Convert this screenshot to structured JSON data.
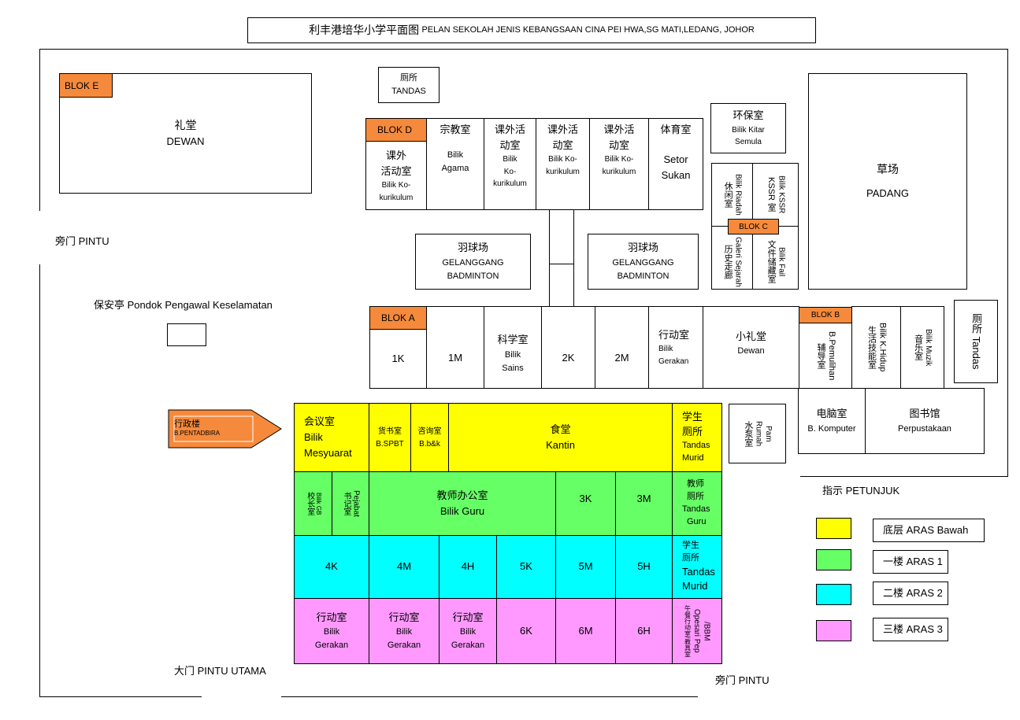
{
  "title": {
    "cn": "利丰港培华小学平面图",
    "ms": "PELAN SEKOLAH JENIS KEBANGSAAN CINA PEI HWA,SG MATI,LEDANG, JOHOR"
  },
  "gates": {
    "side_left": "旁门 PINTU",
    "guard": "保安亭 Pondok  Pengawal Keselamatan",
    "main": "大门 PINTU UTAMA",
    "side_bottom": "旁门 PINTU"
  },
  "blocks": {
    "a": "BLOK A",
    "b": "BLOK B",
    "c": "BLOK C",
    "d": "BLOK D",
    "e": "BLOK E"
  },
  "hall": {
    "cn": "礼堂",
    "ms": "DEWAN"
  },
  "toilet_top": {
    "cn": "厕所",
    "ms": "TANDAS"
  },
  "recycle": {
    "cn": "环保室",
    "ms1": "Bilik Kitar",
    "ms2": "Semula"
  },
  "field": {
    "cn": "草场",
    "ms": "PADANG"
  },
  "block_d": [
    {
      "cn1": "课外",
      "cn2": "活动室",
      "ms1": "Bilik Ko-",
      "ms2": "kurikulum"
    },
    {
      "cn": "宗教室",
      "ms1": "Bilik",
      "ms2": "Agama"
    },
    {
      "cn1": "课外活",
      "cn2": "动室",
      "ms1": "Bilik",
      "ms2": "Ko-",
      "ms3": "kurikulum"
    },
    {
      "cn1": "课外活",
      "cn2": "动室",
      "ms1": "Bilik Ko-",
      "ms2": "kurikulum"
    },
    {
      "cn1": "课外活",
      "cn2": "动室",
      "ms1": "Bilik Ko-",
      "ms2": "kurikulum"
    },
    {
      "cn": "体育室",
      "ms1": "Setor",
      "ms2": "Sukan"
    }
  ],
  "badminton": {
    "cn": "羽球场",
    "ms1": "GELANGGANG",
    "ms2": "BADMINTON"
  },
  "block_c": [
    {
      "cn": "休闲室",
      "ms": "Bilik Riadah"
    },
    {
      "cn": "KSSR 室",
      "ms": "Bilik KSSR"
    },
    {
      "cn": "历史走廊",
      "ms": "Galeri Sejarah"
    },
    {
      "cn": "文件储藏室",
      "ms": "Bilik Fail"
    }
  ],
  "block_a": {
    "r1k": "1K",
    "r1m": "1M",
    "science": {
      "cn": "科学室",
      "ms1": "Bilik",
      "ms2": "Sains"
    },
    "r2k": "2K",
    "r2m": "2M",
    "action": {
      "cn": "行动室",
      "ms1": "Bilik",
      "ms2": "Gerakan"
    },
    "minihall": {
      "cn": "小礼堂",
      "ms": "Dewan"
    }
  },
  "block_b": [
    {
      "cn": "辅导室",
      "ms": "B.Pemulihan"
    },
    {
      "cn": "生活技能室",
      "ms": "Bilik K.Hidup"
    },
    {
      "cn": "音乐室",
      "ms": "Bilik Muzik"
    }
  ],
  "toilet_right": "厕所 Tandas",
  "pump": {
    "cn": "水泵室",
    "ms1": "Rumah",
    "ms2": "Pam"
  },
  "computer": {
    "cn": "电脑室",
    "ms": "B. Komputer"
  },
  "library": {
    "cn": "图书馆",
    "ms": "Perpustakaan"
  },
  "admin_arrow": {
    "cn": "行政楼",
    "ms": "B.PENTADBIRA"
  },
  "admin": {
    "meeting": {
      "cn": "会议室",
      "ms1": "Bilik",
      "ms2": "Mesyuarat"
    },
    "spbt": {
      "cn": "货书室",
      "ms": "B.SPBT"
    },
    "bk": {
      "cn": "咨询室",
      "ms": "B.b&k"
    },
    "canteen": {
      "cn": "食堂",
      "ms": "Kantin"
    },
    "toilet_student_1": {
      "cn1": "学生",
      "cn2": "厕所",
      "ms1": "Tandas",
      "ms2": "Murid"
    },
    "headmaster": {
      "cn": "校长室",
      "ms": "Bilik GB"
    },
    "office": {
      "cn": "书记室",
      "ms": "Pejabat"
    },
    "teachers": {
      "cn": "教师办公室",
      "ms": "Bilik Guru"
    },
    "r3k": "3K",
    "r3m": "3M",
    "toilet_teacher": {
      "cn1": "教师",
      "cn2": "厕所",
      "ms1": "Tandas",
      "ms2": "Guru"
    },
    "r4k": "4K",
    "r4m": "4M",
    "r4h": "4H",
    "r5k": "5K",
    "r5m": "5M",
    "r5h": "5H",
    "toilet_student_2": {
      "cn1": "学生",
      "cn2": "厕所",
      "ms1": "Tandas",
      "ms2": "Murid"
    },
    "action": {
      "cn": "行动室",
      "ms1": "Bilik",
      "ms2": "Gerakan"
    },
    "r6k": "6K",
    "r6m": "6M",
    "r6h": "6H",
    "bbm": {
      "cn": "午餐行动室/教具室",
      "ms1": "Opesari Pep",
      "ms2": "/BBM"
    }
  },
  "legend": {
    "title": "指示 PETUNJUK",
    "items": [
      {
        "label": "底层 ARAS Bawah",
        "color": "#ffff00"
      },
      {
        "label": "一楼 ARAS 1",
        "color": "#66ff66"
      },
      {
        "label": "二楼 ARAS 2",
        "color": "#00ffff"
      },
      {
        "label": "三楼 ARAS 3",
        "color": "#ff99ff"
      }
    ]
  },
  "colors": {
    "block_tag": "#f58a3c",
    "ground": "#ffff00",
    "level1": "#66ff66",
    "level2": "#00ffff",
    "level3": "#ff99ff"
  }
}
